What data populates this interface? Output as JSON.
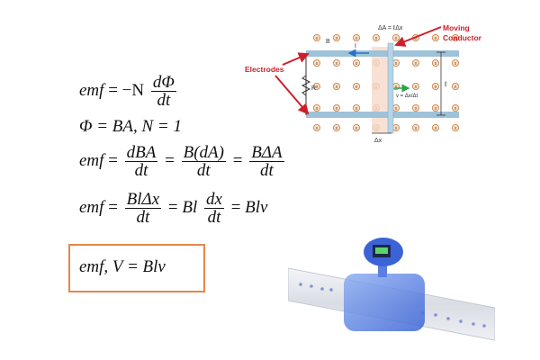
{
  "equations": {
    "eq1": {
      "lhs": "emf",
      "sign": "= −N",
      "num": "dΦ",
      "den": "dt"
    },
    "eq2": {
      "text": "Φ = BA, N = 1"
    },
    "eq3": {
      "lhs": "emf",
      "f1_num": "dBA",
      "f1_den": "dt",
      "f2_num": "B(dA)",
      "f2_den": "dt",
      "f3_num": "BΔA",
      "f3_den": "dt"
    },
    "eq4": {
      "lhs": "emf",
      "f1_num": "BlΔx",
      "f1_den": "dt",
      "mid": "Bl",
      "f2_num": "dx",
      "f2_den": "dt",
      "end": "Blv"
    },
    "eq_eq": "="
  },
  "result": {
    "text": "emf, V = Blv"
  },
  "diagram": {
    "labels": {
      "electrodes": "Electrodes",
      "moving_conductor_1": "Moving",
      "moving_conductor_2": "Conductor",
      "delta_a": "ΔA = ℓΔx",
      "b_field": "B",
      "current": "I",
      "resistor": "R",
      "velocity": "v = Δx/Δt",
      "length": "ℓ",
      "delta_x": "Δx"
    },
    "field_symbol": "x",
    "colors": {
      "annotation": "#cc1f2a",
      "field": "#c87a3a",
      "rail": "#9ec2d8",
      "highlight": "#f6d9c9"
    }
  },
  "flowmeter": {
    "colors": {
      "body": "#3c63d6",
      "pipe": "#d9dde4"
    }
  }
}
